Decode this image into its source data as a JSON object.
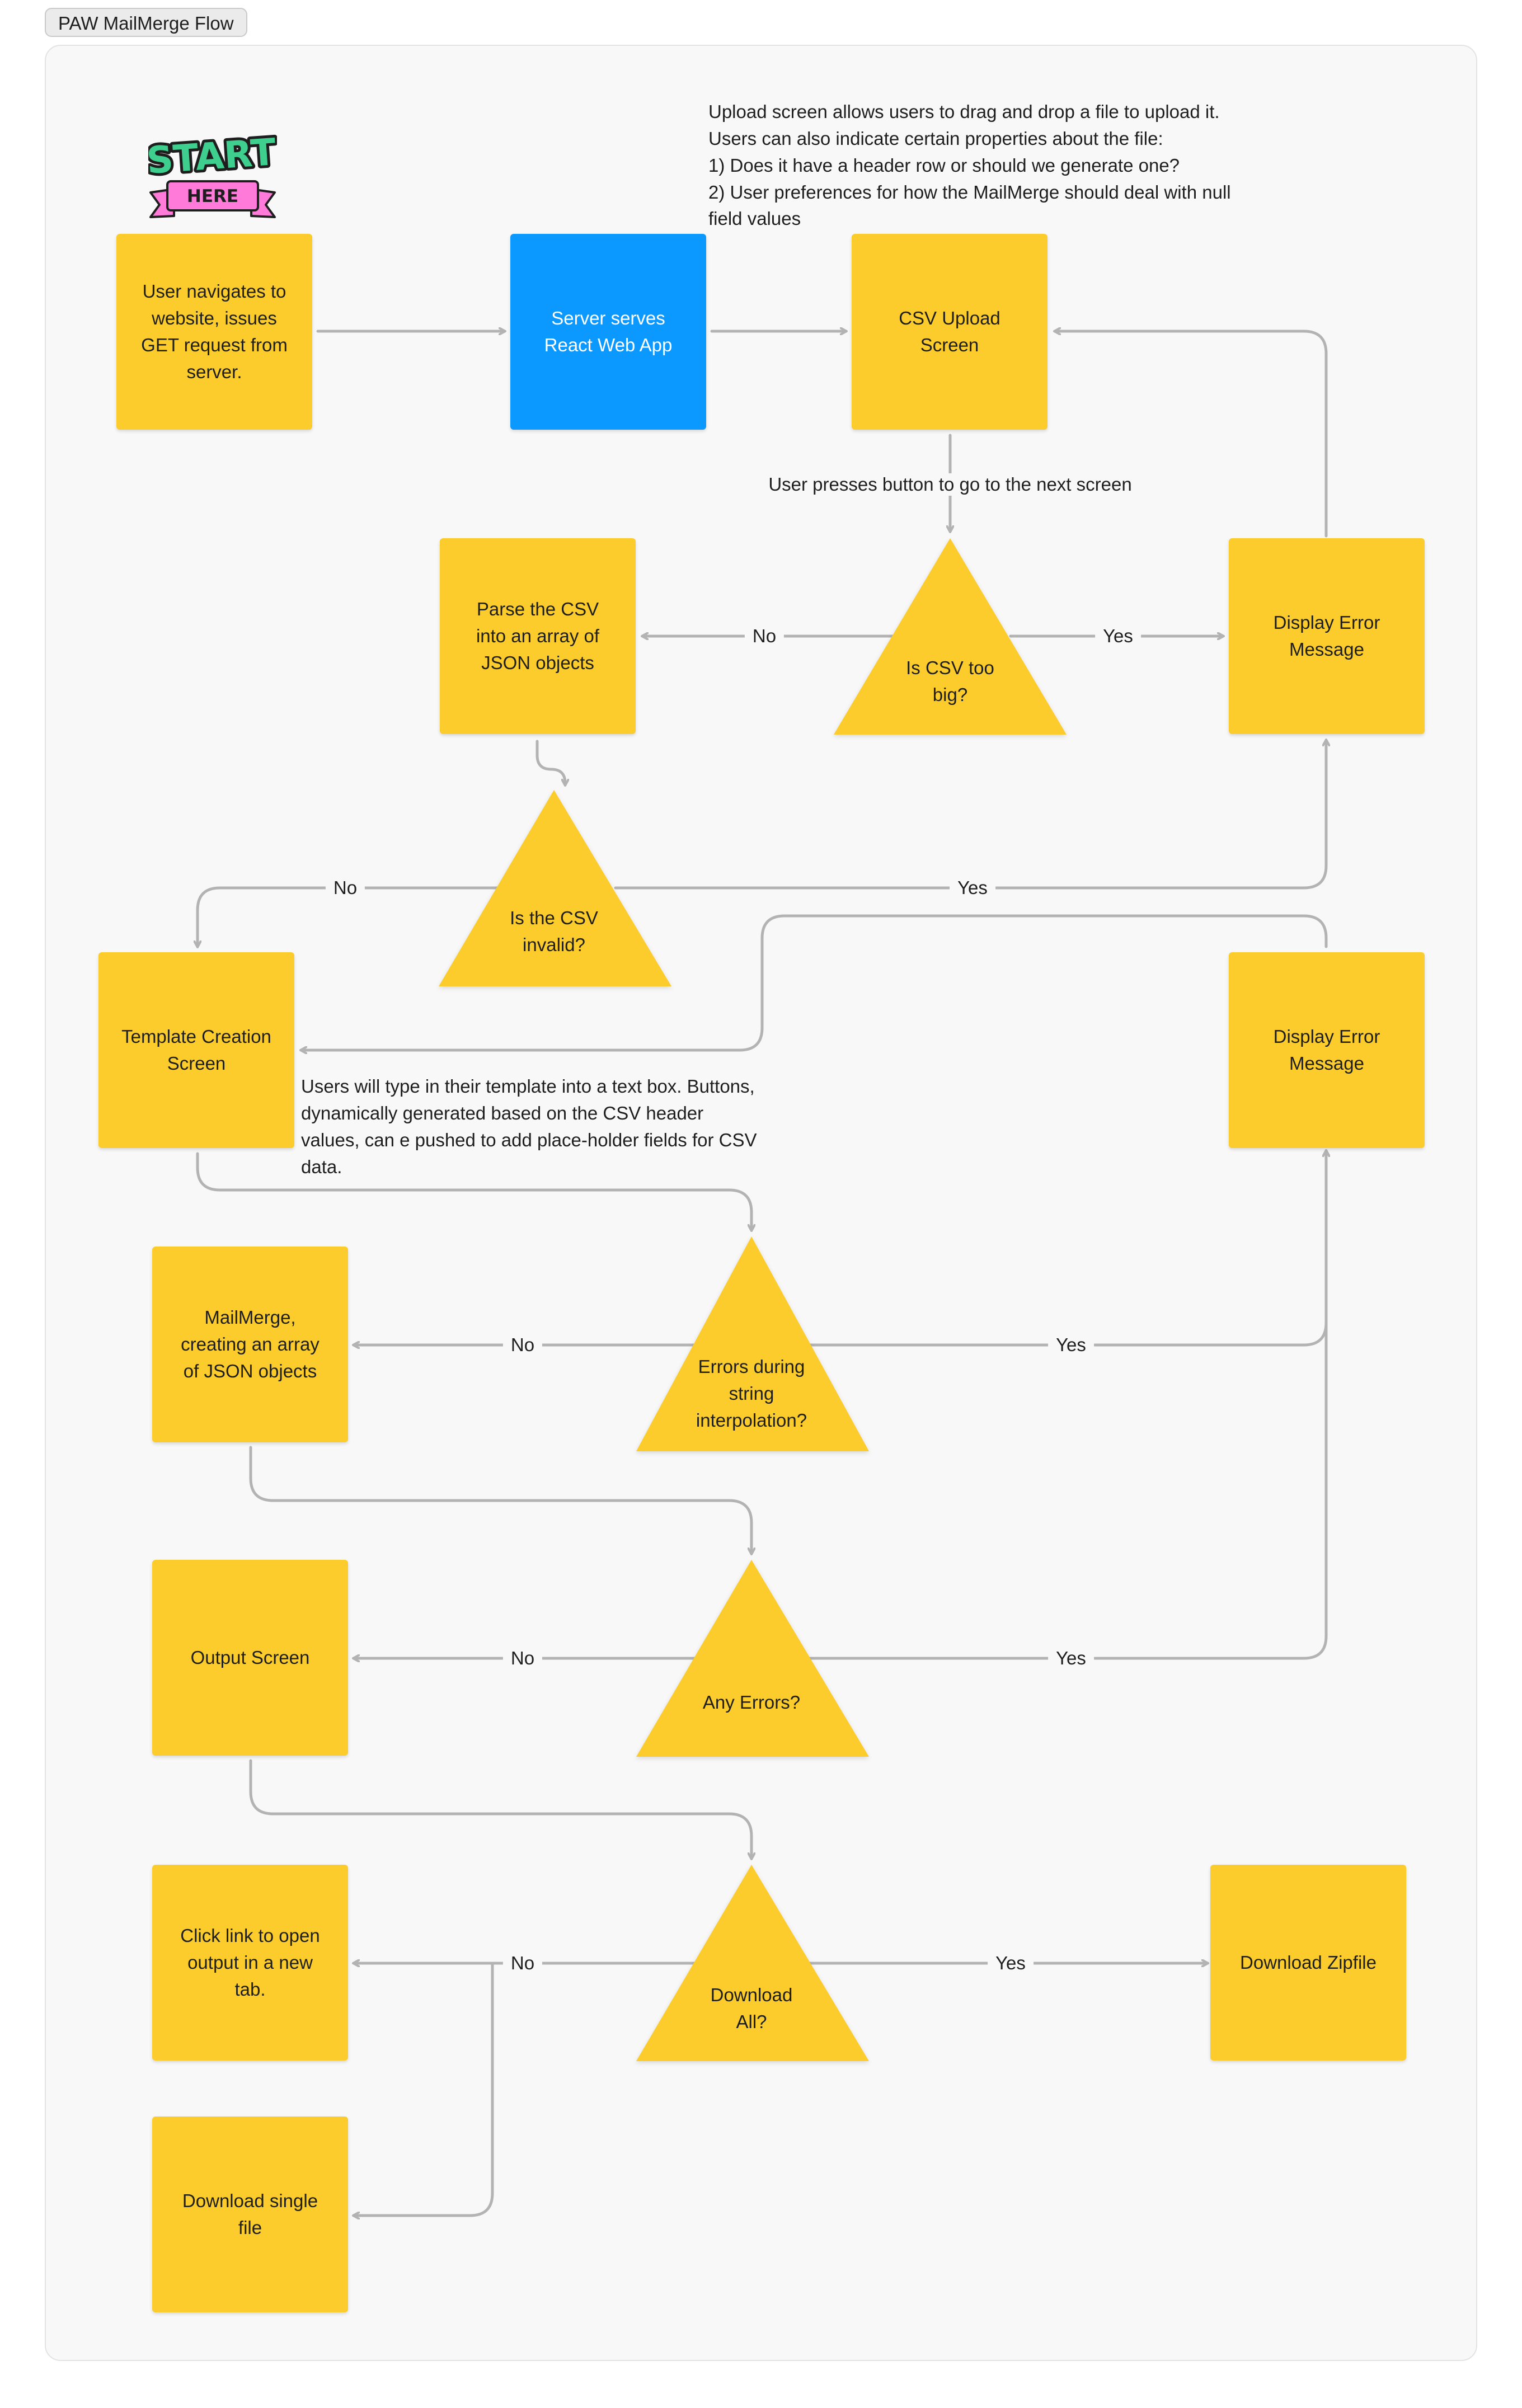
{
  "title": "PAW MailMerge Flow",
  "start_badge": {
    "top": "START",
    "bottom": "HERE"
  },
  "nodes": {
    "user_navigates": "User navigates to website, issues GET request from server.",
    "server_serves": "Server serves React Web App",
    "csv_upload": "CSV Upload Screen",
    "parse_csv": "Parse the CSV into an array of JSON objects",
    "display_error_1": "Display Error Message",
    "template_creation": "Template Creation Screen",
    "display_error_2": "Display Error Message",
    "mailmerge": "MailMerge, creating an array of JSON objects",
    "output_screen": "Output Screen",
    "click_link": "Click link to open output in a new tab.",
    "download_zipfile": "Download Zipfile",
    "download_single": "Download single file"
  },
  "decisions": {
    "csv_too_big": "Is CSV too big?",
    "csv_invalid": "Is the CSV invalid?",
    "errors_interpolation": "Errors during string interpolation?",
    "any_errors": "Any Errors?",
    "download_all": "Download All?"
  },
  "edge_labels": {
    "button_next": "User presses button to go to the next screen",
    "no_1": "No",
    "yes_1": "Yes",
    "no_2": "No",
    "yes_2": "Yes",
    "no_3": "No",
    "yes_3": "Yes",
    "no_4": "No",
    "yes_4": "Yes",
    "no_5": "No",
    "yes_5": "Yes"
  },
  "notes": {
    "upload": [
      "Upload screen allows users to drag and drop a file to upload it.",
      "Users can also indicate certain properties about the file:",
      "1) Does it have a header row or should we generate one?",
      "2) User preferences for how the MailMerge should deal with null",
      "field values"
    ],
    "template": [
      "Users will type in their template into a text box. Buttons,",
      "dynamically generated based on the CSV header",
      "values, can e pushed to add place-holder fields for CSV",
      "data."
    ]
  },
  "colors": {
    "sticky": "#fccc2d",
    "server": "#0b99ff",
    "connector": "#b3b3b3",
    "board": "#f8f8f8",
    "badge_green": "#3ecf8e",
    "badge_pink": "#ff7ad9"
  }
}
